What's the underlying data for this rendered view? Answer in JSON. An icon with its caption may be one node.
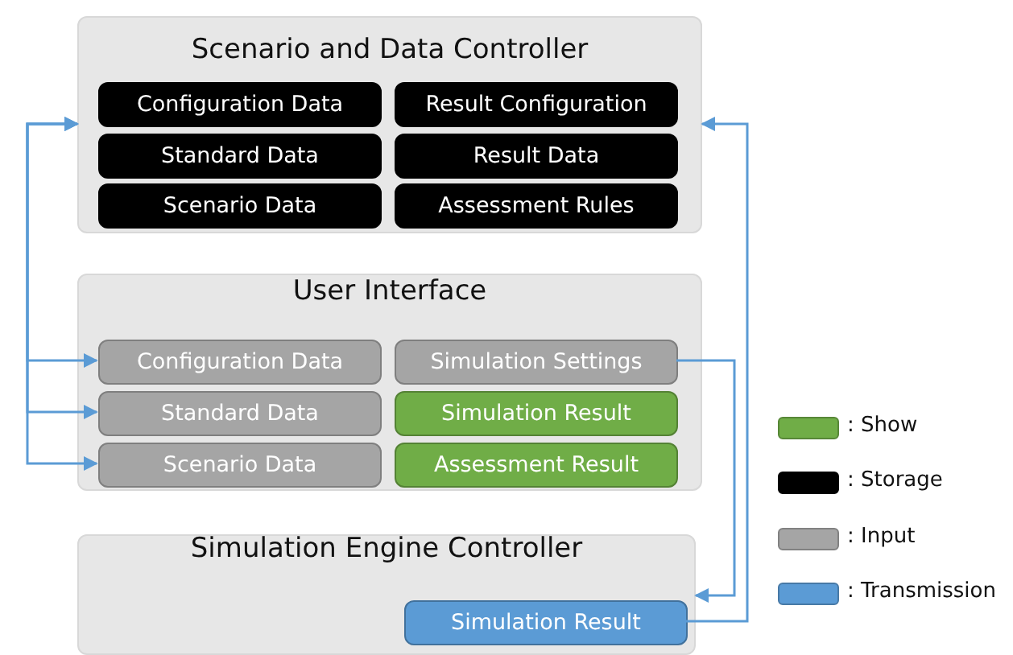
{
  "diagram": {
    "nodes": [
      {
        "text": [
          "Scenario and Data Controller"
        ]
      },
      {
        "text": [
          "Configuration Data"
        ],
        "in": 0
      },
      {
        "text": [
          "Result Configuration"
        ],
        "in": 0
      },
      {
        "text": [
          "Standard Data"
        ],
        "in": 0
      },
      {
        "text": [
          "Result Data"
        ],
        "in": 0
      },
      {
        "text": [
          "Scenario Data"
        ],
        "in": 0
      },
      {
        "text": [
          "Assessment Rules"
        ],
        "in": 0
      },
      {
        "text": [
          "User Interface"
        ]
      },
      {
        "text": [
          "Configuration Data"
        ],
        "in": 7
      },
      {
        "text": [
          "Simulation Settings"
        ],
        "in": 7
      },
      {
        "text": [
          "Standard Data"
        ],
        "in": 7
      },
      {
        "text": [
          "Simulation Result"
        ],
        "in": 7
      },
      {
        "text": [
          "Scenario Data"
        ],
        "in": 7
      },
      {
        "text": [
          "Assessment Result"
        ],
        "in": 7
      },
      {
        "text": [
          "Simulation Engine Controller"
        ]
      },
      {
        "text": [
          "Simulation Result"
        ],
        "in": 14
      }
    ],
    "edges": [
      {
        "from": 0,
        "to": 8,
        "arrow": "both"
      },
      {
        "from": 0,
        "to": 10,
        "arrow": "both"
      },
      {
        "from": 0,
        "to": 12,
        "arrow": "both"
      },
      {
        "from": 9,
        "to": 14,
        "arrow": "to"
      },
      {
        "from": 15,
        "to": 0,
        "arrow": "to"
      }
    ],
    "legend": [
      {
        "text": ": Show",
        "color": "#70ad47"
      },
      {
        "text": ": Storage",
        "color": "#000000"
      },
      {
        "text": ": Input",
        "color": "#a5a5a5"
      },
      {
        "text": ": Transmission",
        "color": "#5b9bd5"
      }
    ]
  }
}
